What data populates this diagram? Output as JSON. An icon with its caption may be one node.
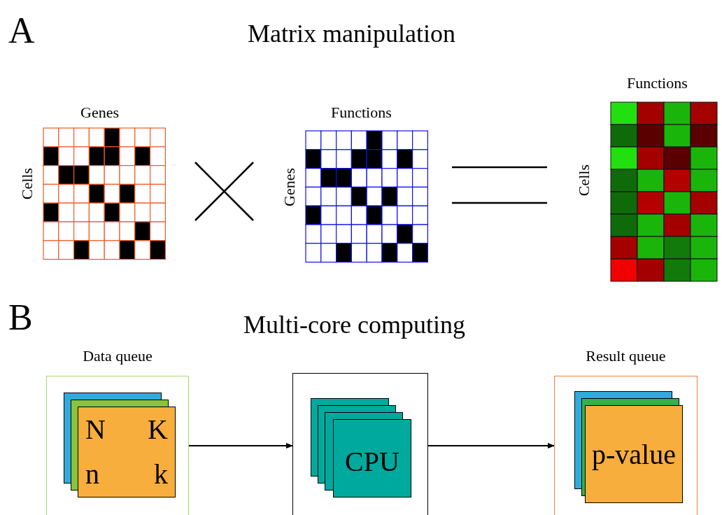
{
  "diagram": {
    "nodes": [
      {
        "text": [
          "Data queue"
        ]
      },
      {
        "text": [
          "N",
          "K",
          "n",
          "k"
        ],
        "in": 0
      },
      {
        "text": [],
        "shape": "box"
      },
      {
        "text": [
          "CPU"
        ],
        "in": 2
      },
      {
        "text": [
          "Result queue"
        ]
      },
      {
        "text": [
          "p-value"
        ],
        "in": 4
      }
    ],
    "edges": [
      {
        "from": 0,
        "to": 2,
        "arrow": "to"
      },
      {
        "from": 2,
        "to": 4,
        "arrow": "to"
      }
    ],
    "labels": [
      "A",
      "Matrix manipulation",
      "Genes",
      "Cells",
      "Functions",
      "Genes",
      "Functions",
      "Cells",
      "B",
      "Multi-core computing"
    ]
  }
}
